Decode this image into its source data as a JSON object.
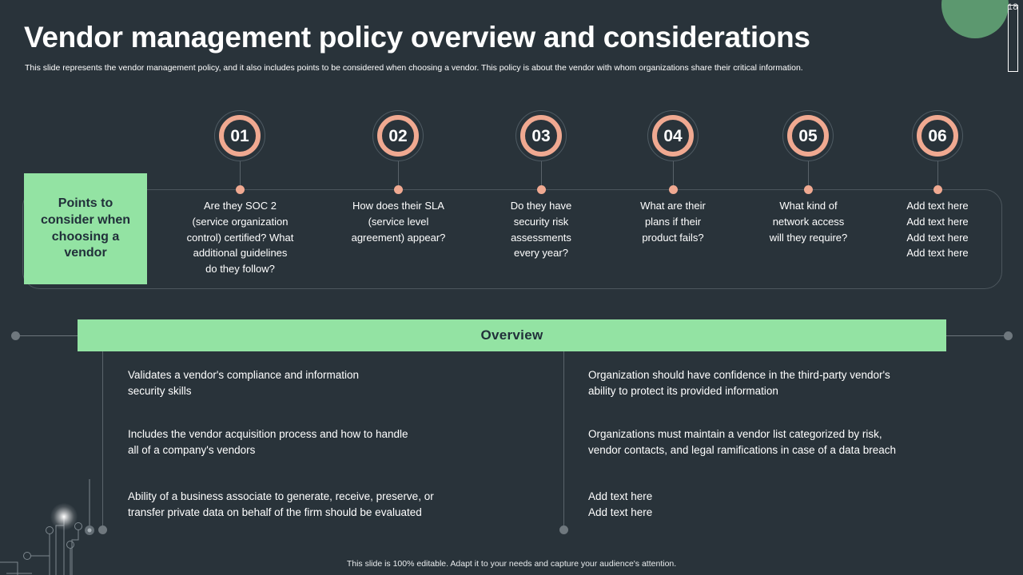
{
  "header": {
    "title": "Vendor management policy overview and considerations",
    "subtitle": "This slide represents the vendor management policy, and it also includes points to be considered when choosing a vendor. This policy is about the vendor with whom organizations share their critical information."
  },
  "page_number": "18",
  "colors": {
    "background": "#29333a",
    "accent_green": "#93e3a3",
    "accent_salmon": "#f0a991",
    "corner_green": "#5f9e72",
    "line_gray": "#5a646b",
    "dark_text": "#21303a"
  },
  "side_label": {
    "text": "Points to\nconsider when\nchoosing a\nvendor"
  },
  "timeline": {
    "steps": [
      {
        "number": "01",
        "text": "Are they SOC 2\n(service organization\ncontrol) certified? What\nadditional guidelines\ndo they follow?"
      },
      {
        "number": "02",
        "text": "How does their SLA\n(service level\nagreement) appear?"
      },
      {
        "number": "03",
        "text": "Do they have\nsecurity risk\nassessments\nevery year?"
      },
      {
        "number": "04",
        "text": "What are their\nplans if their\nproduct fails?"
      },
      {
        "number": "05",
        "text": "What kind of\nnetwork access\nwill they require?"
      },
      {
        "number": "06",
        "text": "Add text here\nAdd text here\nAdd text here\nAdd text here"
      }
    ]
  },
  "overview": {
    "label": "Overview",
    "left_column": [
      "Validates a vendor's compliance and information\nsecurity skills",
      "Includes the vendor acquisition process and how to handle\nall of a company's vendors",
      "Ability of a business associate to generate, receive, preserve, or\ntransfer private data on behalf of the firm should be evaluated"
    ],
    "right_column": [
      "Organization should have confidence in the third-party vendor's\nability to protect its provided information",
      "Organizations must maintain a vendor list categorized by risk,\nvendor contacts, and legal ramifications in case of a data breach",
      "Add text here\nAdd text here"
    ]
  },
  "footer": {
    "note": "This slide is 100% editable. Adapt it to your needs and capture your audience's attention."
  }
}
